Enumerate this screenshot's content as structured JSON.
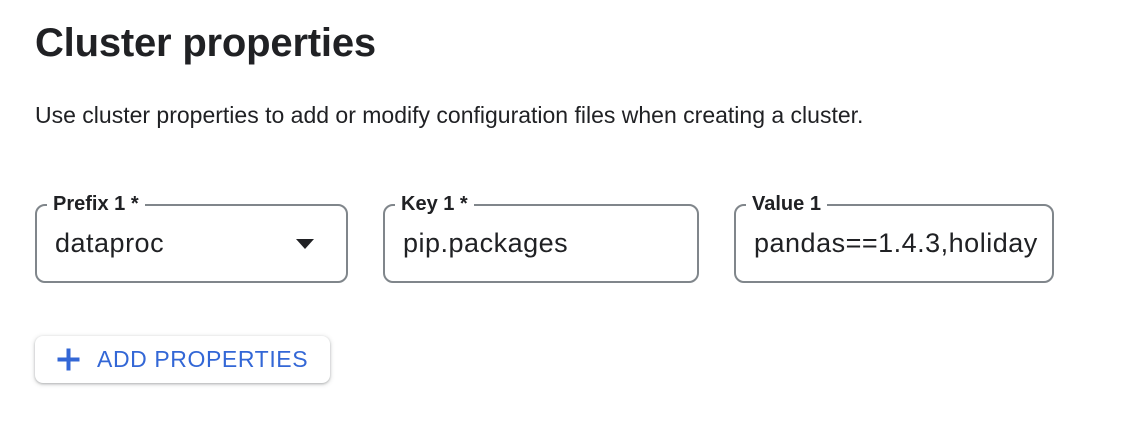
{
  "page": {
    "title": "Cluster properties",
    "subtitle": "Use cluster properties to add or modify configuration files when creating a cluster."
  },
  "fields": [
    {
      "label": "Prefix 1 *",
      "value": "dataproc",
      "type": "dropdown",
      "required_marker_shown": true,
      "icon": "dropdown-arrow-icon"
    },
    {
      "label": "Key 1 *",
      "value": "pip.packages",
      "type": "text",
      "required_marker_shown": true
    },
    {
      "label": "Value 1",
      "value": "pandas==1.4.3,holiday",
      "type": "text",
      "required_marker_shown": false,
      "text_clipped_at_right_edge": true
    }
  ],
  "buttons": {
    "add_properties": {
      "label": "ADD PROPERTIES",
      "icon": "plus-icon"
    }
  },
  "colors": {
    "accent_blue": "#3367d6",
    "field_border_gray": "#80868b",
    "text_dark": "#202124",
    "background": "#ffffff"
  }
}
